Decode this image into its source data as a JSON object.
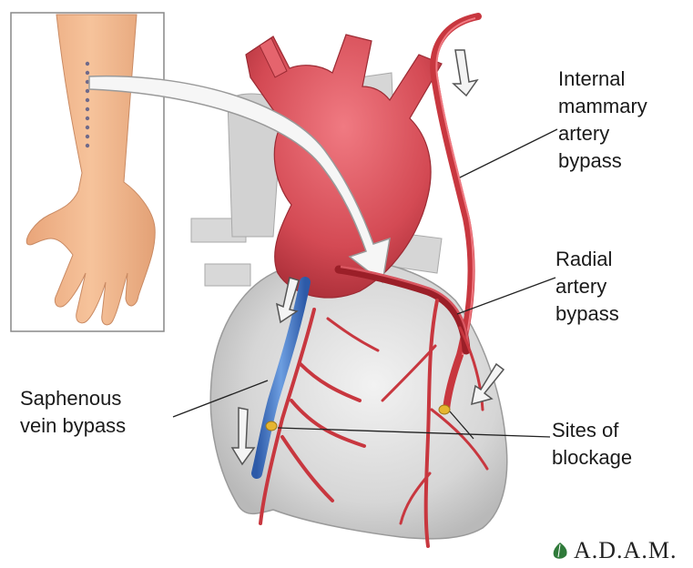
{
  "labels": {
    "internal_mammary": [
      "Internal",
      "mammary",
      "artery",
      "bypass"
    ],
    "radial": [
      "Radial",
      "artery",
      "bypass"
    ],
    "saphenous": [
      "Saphenous",
      "vein bypass"
    ],
    "blockage": [
      "Sites of",
      "blockage"
    ]
  },
  "logo": {
    "text": "A.D.A.M."
  },
  "colors": {
    "artery": "#c8373f",
    "artery_dark": "#9b1f28",
    "aorta": "#d9545c",
    "heart": "#dcdcdc",
    "vein": "#3f74c4",
    "skin": "#f2b98e",
    "arrow": "#f4f4f4",
    "blockage": "#e6b530"
  }
}
